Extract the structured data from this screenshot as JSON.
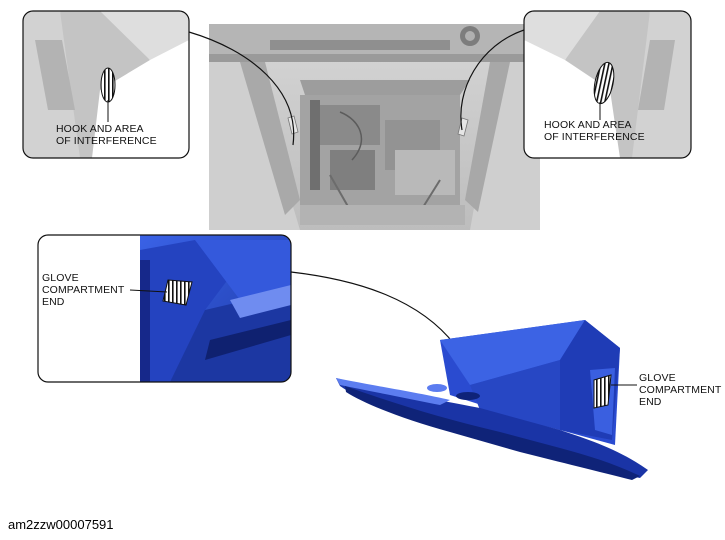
{
  "callouts": {
    "top_left": {
      "line1": "HOOK AND AREA",
      "line2": "OF INTERFERENCE"
    },
    "top_right": {
      "line1": "HOOK AND AREA",
      "line2": "OF INTERFERENCE"
    },
    "mid_left": {
      "line1": "GLOVE",
      "line2": "COMPARTMENT",
      "line3": "END"
    },
    "right": {
      "line1": "GLOVE",
      "line2": "COMPARTMENT",
      "line3": "END"
    }
  },
  "figure_id": "am2zzw00007591",
  "colors": {
    "part_blue": "#2a4ed0",
    "part_blue_dark": "#1a2f8a",
    "photo_gray": "#c8c8c8"
  }
}
